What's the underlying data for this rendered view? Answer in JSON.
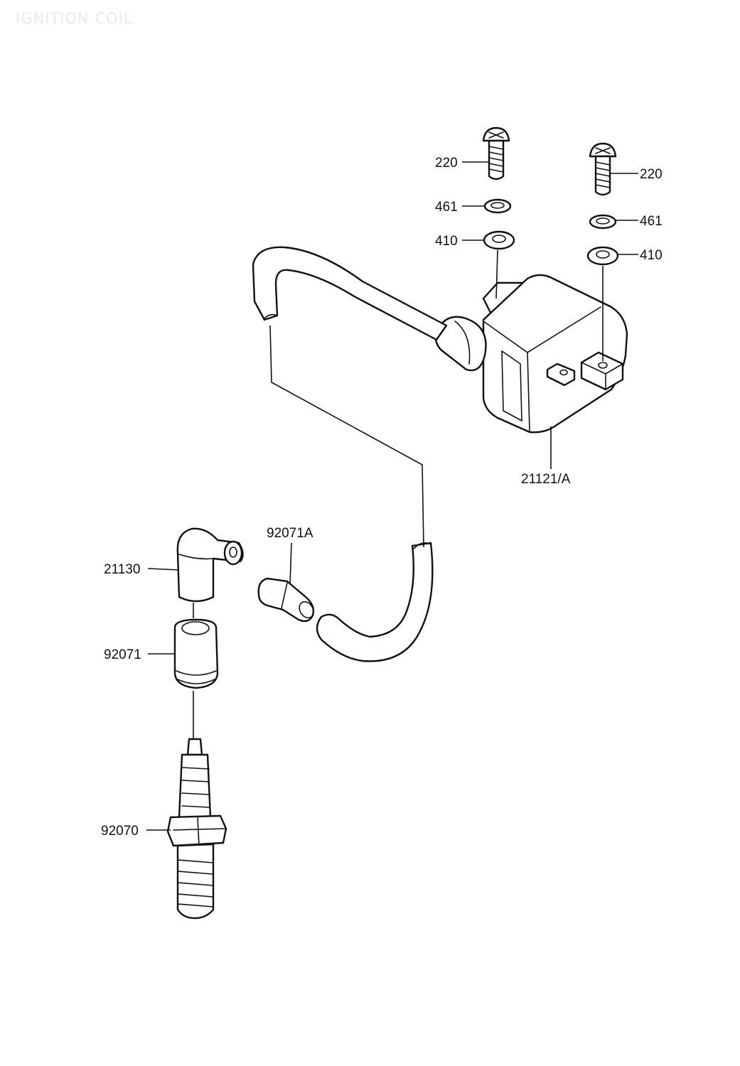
{
  "title": "IGNITION COIL",
  "callouts": {
    "screw_left": "220",
    "lockwasher_left": "461",
    "washer_left": "410",
    "screw_right": "220",
    "lockwasher_right": "461",
    "washer_right": "410",
    "coil": "21121/A",
    "plug_cap": "21130",
    "cap_seal": "92071A",
    "boot": "92071",
    "spark_plug": "92070"
  }
}
